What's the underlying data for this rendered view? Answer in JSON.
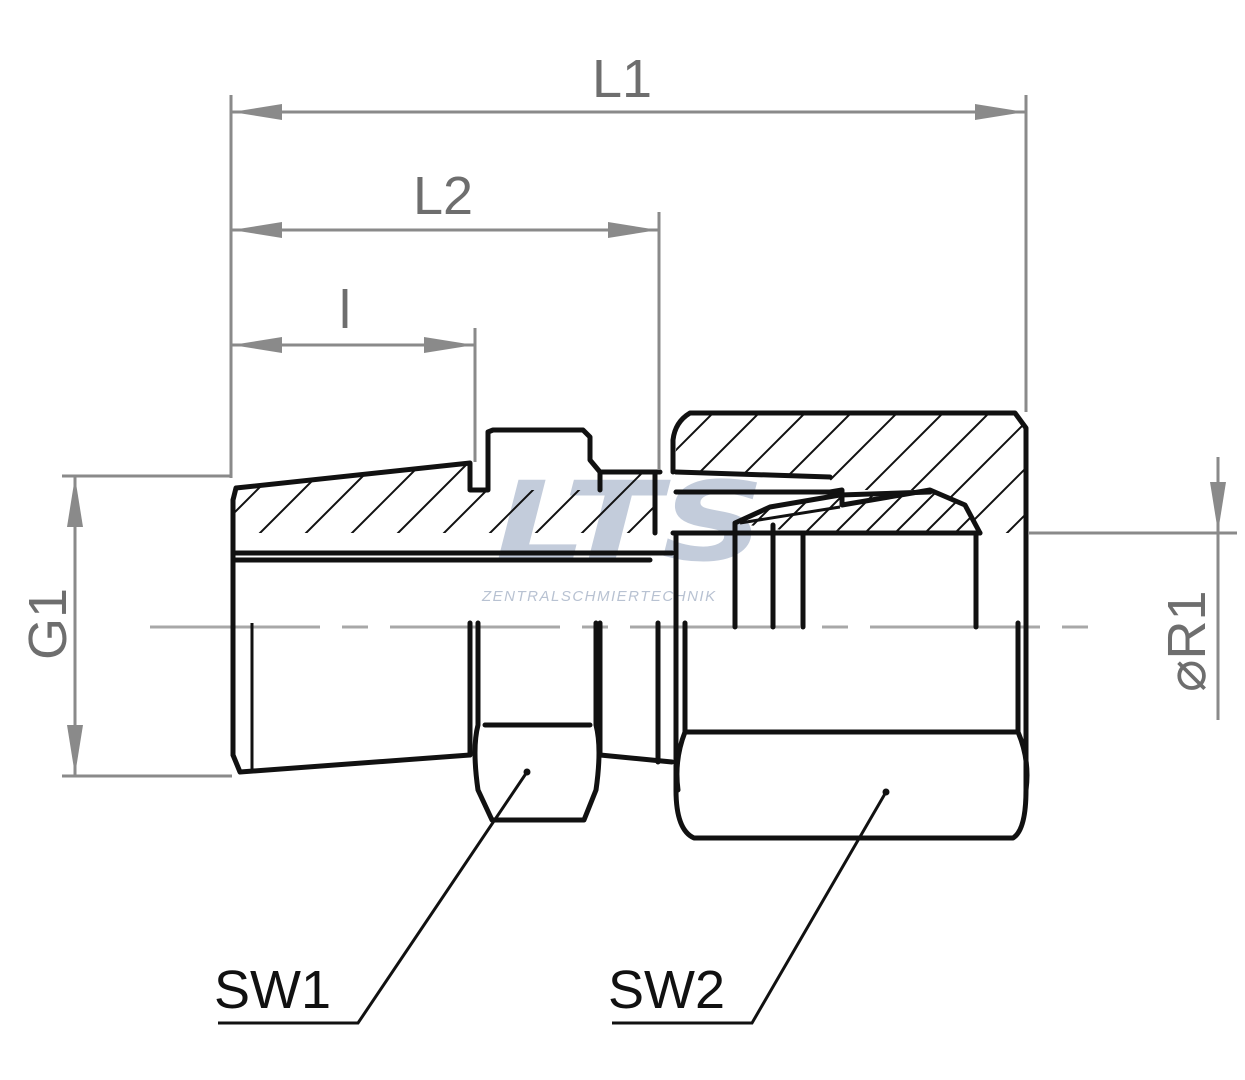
{
  "dimensions": {
    "l1": "L1",
    "l2": "L2",
    "l": "l",
    "g1": "G1",
    "r1": "⌀R1"
  },
  "callouts": {
    "sw1": "SW1",
    "sw2": "SW2"
  },
  "watermark": {
    "logo": "LTS",
    "subtitle": "ZENTRALSCHMIERTECHNIK"
  },
  "colors": {
    "outline": "#111111",
    "dimension": "#8a8a8a",
    "watermark": "#c3ccdb"
  }
}
